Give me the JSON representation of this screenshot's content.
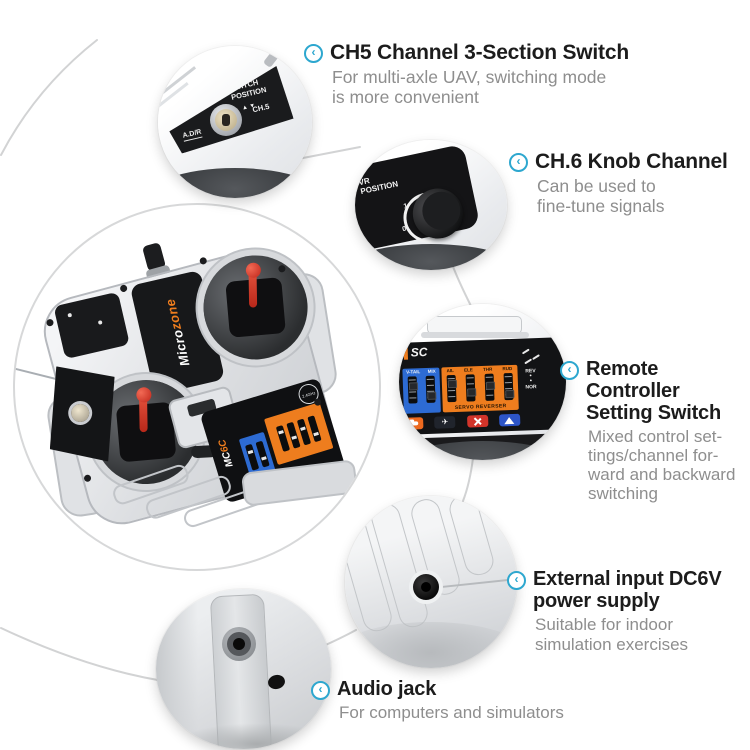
{
  "colors": {
    "accent_teal": "#2da7cf",
    "title_text": "#1c1c1c",
    "subtitle_text": "#8e8e8e",
    "panel_black": "#141517",
    "sticker_orange": "#ee7d1e",
    "sticker_blue": "#2d6bd3",
    "button_red": "#d2342a",
    "stick_red": "#d6301f"
  },
  "icons": {
    "marker_glyph": "‹"
  },
  "callouts": [
    {
      "id": "ch5",
      "title": "CH5 Channel 3-Section Switch",
      "description": "For multi-axle UAV, switching mode\nis more convenient"
    },
    {
      "id": "ch6",
      "title": "CH.6 Knob Channel",
      "description": "Can be used to\nfine-tune signals"
    },
    {
      "id": "setting",
      "title": "Remote Controller\nSetting Switch",
      "description": "Mixed control set-\ntings/channel for-\nward and backward\nswitching"
    },
    {
      "id": "power",
      "title": "External input DC6V\npower supply",
      "description": "Suitable for indoor\nsimulation exercises"
    },
    {
      "id": "audio",
      "title": "Audio jack",
      "description": "For computers and simulators"
    }
  ],
  "photos": {
    "ch5": {
      "switch_position_label": "SWITCH\nPOSITION",
      "channel_label": "CH.5",
      "arrows": "▲\n▼",
      "adr_label": "A.D/R"
    },
    "ch6": {
      "vr_position_label": "VR\nPOSITION",
      "knob_max": "1",
      "knob_min": "0"
    },
    "panel": {
      "logo": "SC",
      "blue_labels": [
        "V-TAIL",
        "MIX"
      ],
      "orange_labels": [
        "AIL",
        "ELE",
        "THR",
        "RUD"
      ],
      "servo_label": "SERVO REVERSER",
      "rev_label": "REV",
      "dots": "•\n•",
      "nor_label": "NOR",
      "airplane_glyph": "✈"
    },
    "device": {
      "brand_prefix": "Micro",
      "brand_suffix": "zone",
      "model_prefix": "MC",
      "model_suffix": "6C",
      "band_badge": "2.4GHz"
    }
  }
}
